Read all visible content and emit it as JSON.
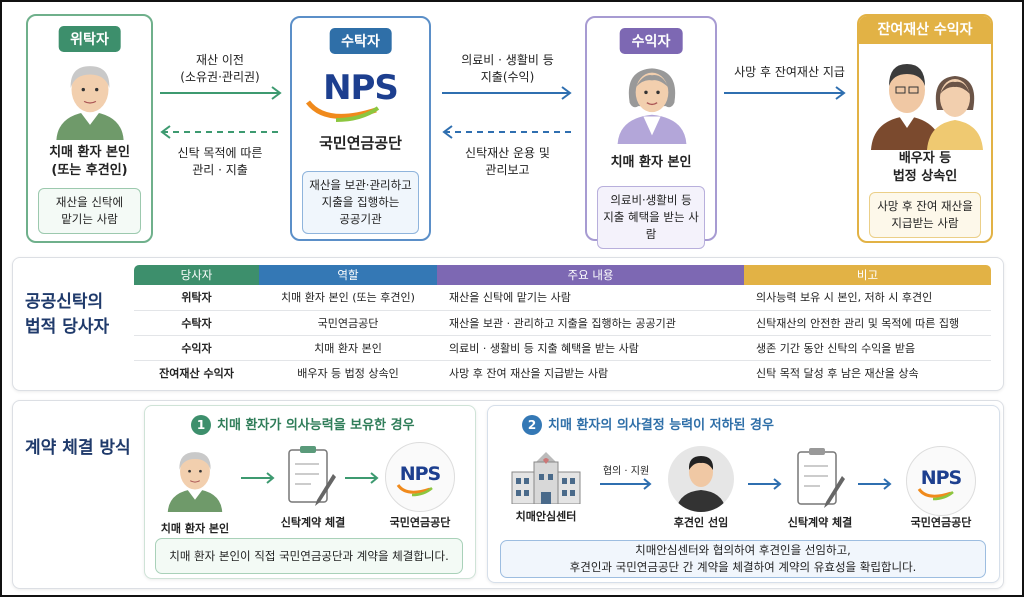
{
  "flow": {
    "trustor": {
      "badge": "위탁자",
      "name1": "치매 환자 본인",
      "name2": "(또는 후견인)",
      "desc1": "재산을 신탁에",
      "desc2": "맡기는 사람"
    },
    "trustee": {
      "badge": "수탁자",
      "logo": "NPS",
      "name": "국민연금공단",
      "desc1": "재산을 보관·관리하고",
      "desc2": "지출을 집행하는",
      "desc3": "공공기관"
    },
    "beneficiary": {
      "badge": "수익자",
      "name": "치매 환자 본인",
      "desc1": "의료비·생활비 등",
      "desc2": "지출 혜택을 받는 사람"
    },
    "residual": {
      "badge": "잔여재산 수익자",
      "name1": "배우자 등",
      "name2": "법정 상속인",
      "desc1": "사망 후 잔여 재산을",
      "desc2": "지급받는 사람"
    },
    "arrow1_top1": "재산 이전",
    "arrow1_top2": "(소유권·관리권)",
    "arrow1_bottom1": "신탁 목적에 따른",
    "arrow1_bottom2": "관리 · 지출",
    "arrow2_top1": "의료비 · 생활비 등",
    "arrow2_top2": "지출(수익)",
    "arrow2_bottom1": "신탁재산 운용 및",
    "arrow2_bottom2": "관리보고",
    "arrow3_top": "사망 후 잔여재산 지급"
  },
  "parties": {
    "title1": "공공신탁의",
    "title2": "법적 당사자",
    "headers": [
      "당사자",
      "역할",
      "주요 내용",
      "비고"
    ],
    "header_colors": [
      "#3d8f6c",
      "#3478b5",
      "#7d68b3",
      "#e2b245"
    ],
    "rows": [
      [
        "위탁자",
        "치매 환자 본인 (또는 후견인)",
        "재산을 신탁에 맡기는 사람",
        "의사능력 보유 시 본인, 저하 시 후견인"
      ],
      [
        "수탁자",
        "국민연금공단",
        "재산을 보관 · 관리하고 지출을 집행하는 공공기관",
        "신탁재산의 안전한 관리 및 목적에 따른 집행"
      ],
      [
        "수익자",
        "치매 환자 본인",
        "의료비 · 생활비 등 지출 혜택을 받는 사람",
        "생존 기간 동안 신탁의 수익을 받음"
      ],
      [
        "잔여재산 수익자",
        "배우자 등 법정 상속인",
        "사망 후 잔여 재산을 지급받는 사람",
        "신탁 목적 달성 후 남은 재산을 상속"
      ]
    ]
  },
  "contract": {
    "title": "계약 체결 방식",
    "case1": {
      "num": "1",
      "title": "치매 환자가 의사능력을 보유한 경우",
      "step1": "치매 환자 본인",
      "step2": "신탁계약 체결",
      "step3": "국민연금공단",
      "logo": "NPS",
      "note": "치매 환자 본인이 직접 국민연금공단과 계약을 체결합니다."
    },
    "case2": {
      "num": "2",
      "title": "치매 환자의 의사결정 능력이 저하된 경우",
      "step1": "치매안심센터",
      "arrow_label": "협의 · 지원",
      "step2": "후견인 선임",
      "step3": "신탁계약 체결",
      "step4": "국민연금공단",
      "logo": "NPS",
      "note1": "치매안심센터와 협의하여 후견인을 선임하고,",
      "note2": "후견인과 국민연금공단 간 계약을 체결하여 계약의 유효성을 확립합니다."
    }
  }
}
